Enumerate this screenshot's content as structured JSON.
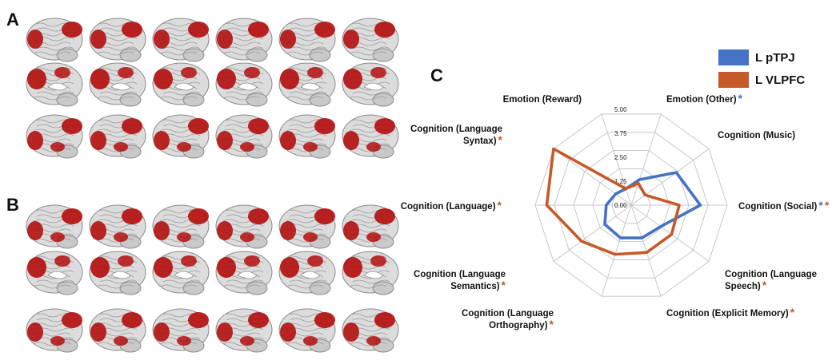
{
  "panels": {
    "a": "A",
    "b": "B",
    "c": "C"
  },
  "colors": {
    "brain_activation": "#b3100f",
    "brain_tissue": "#dcdcdc",
    "pTPJ": "#4472c4",
    "VLPFC": "#c55a28",
    "grid": "#c8c8c8"
  },
  "legend": [
    {
      "label": "L pTPJ",
      "color": "#4472c4"
    },
    {
      "label": "L VLPFC",
      "color": "#c55a28"
    }
  ],
  "chart_data": {
    "type": "radar",
    "axes": [
      "Emotion (Other)",
      "Cognition (Music)",
      "Cognition (Social)",
      "Cognition (Language Speech)",
      "Cognition (Explicit Memory)",
      "Cognition (Language Orthography)",
      "Cognition (Language Semantics)",
      "Cognition (Language)",
      "Cognition (Language Syntax)",
      "Emotion (Reward)"
    ],
    "ticks": [
      "0.00",
      "1.25",
      "2.50",
      "3.75",
      "5.00"
    ],
    "rmax": 5.0,
    "series": [
      {
        "name": "L pTPJ",
        "color": "#4472c4",
        "values": [
          1.4,
          2.9,
          3.6,
          1.9,
          1.8,
          1.8,
          1.7,
          1.3,
          1.0,
          0.9
        ]
      },
      {
        "name": "L VLPFC",
        "color": "#c55a28",
        "values": [
          1.2,
          0.9,
          2.5,
          2.6,
          2.6,
          2.7,
          3.2,
          4.4,
          5.0,
          0.9
        ]
      }
    ],
    "significance": [
      {
        "axis": "Emotion (Other)",
        "marks": [
          "pTPJ"
        ]
      },
      {
        "axis": "Cognition (Social)",
        "marks": [
          "pTPJ",
          "VLPFC"
        ]
      },
      {
        "axis": "Cognition (Language Speech)",
        "marks": [
          "VLPFC"
        ]
      },
      {
        "axis": "Cognition (Explicit Memory)",
        "marks": [
          "VLPFC"
        ]
      },
      {
        "axis": "Cognition (Language Orthography)",
        "marks": [
          "VLPFC"
        ]
      },
      {
        "axis": "Cognition (Language Semantics)",
        "marks": [
          "VLPFC"
        ]
      },
      {
        "axis": "Cognition (Language)",
        "marks": [
          "VLPFC"
        ]
      },
      {
        "axis": "Cognition (Language Syntax)",
        "marks": [
          "VLPFC"
        ]
      }
    ],
    "star": "*",
    "grid": true,
    "legend_position": "top-right"
  }
}
